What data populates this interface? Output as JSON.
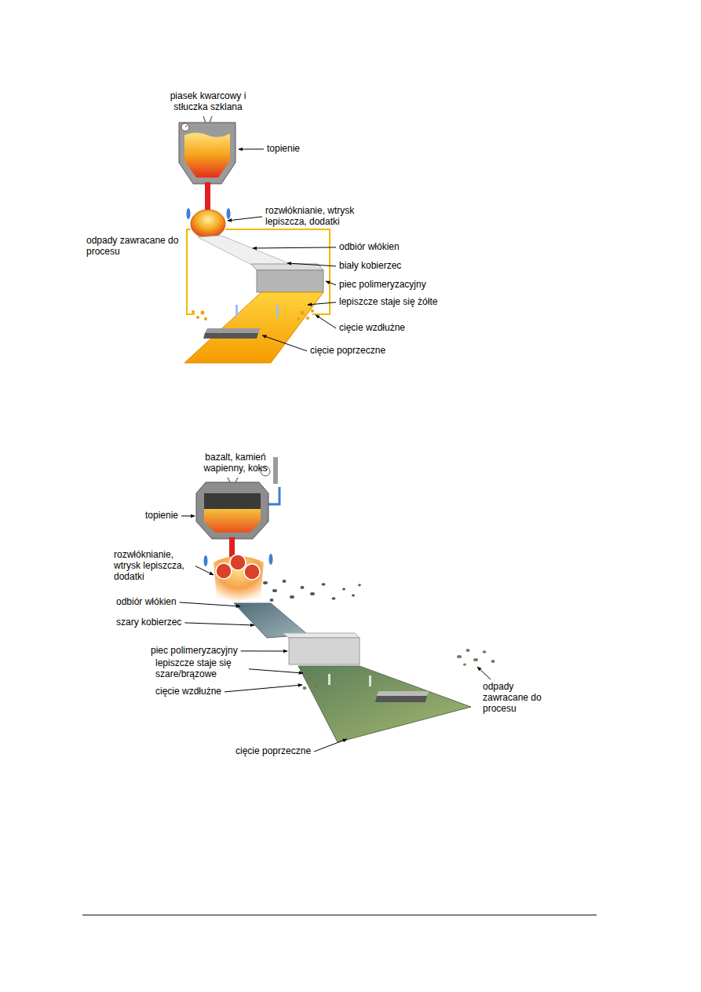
{
  "diagram": {
    "labels": [
      "piasek kwarcowy i stłuczka szklana",
      "topienie",
      "rozwłóknianie, wtrysk lepiszcza, dodatki",
      "odbiór włókien",
      "biały kobierzec",
      "odpady zawracane do procesu",
      "piec polimeryzacyjny",
      "lepiszcze staje się żółte",
      "cięcie wzdłużne",
      "cięcie poprzeczne",
      "bazalt, kamień wapienny, koks",
      "topienie",
      "rozwłóknianie, wtrysk lepiszcza, dodatki",
      "odbiór włókien",
      "szary kobierzec",
      "odpady zawracane do procesu",
      "piec polimeryzacyjny",
      "lepiszcze staje się szare/brązowe",
      "cięcie wzdłużne",
      "cięcie poprzeczne"
    ]
  }
}
